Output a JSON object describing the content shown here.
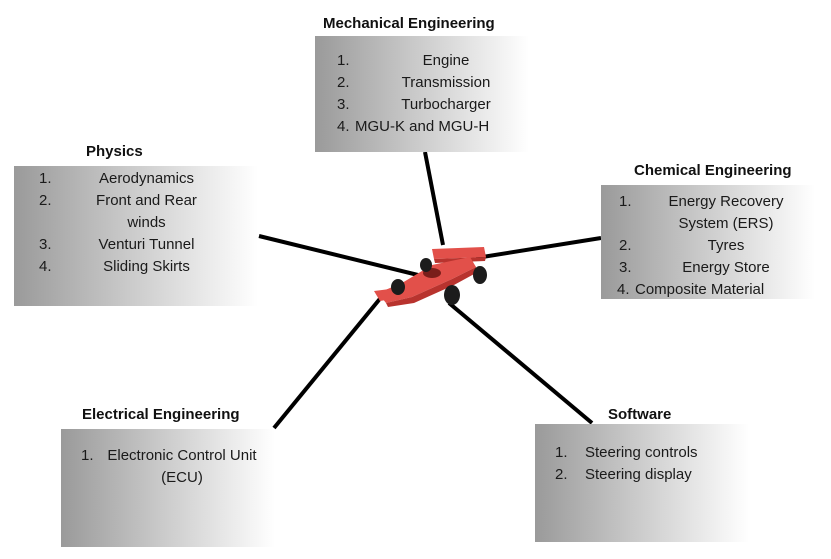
{
  "nodes": {
    "mechanical": {
      "title": "Mechanical Engineering",
      "items": [
        {
          "num": "1.",
          "text": "Engine"
        },
        {
          "num": "2.",
          "text": "Transmission"
        },
        {
          "num": "3.",
          "text": "Turbocharger"
        },
        {
          "num": "4.",
          "text": "MGU-K and MGU-H"
        }
      ]
    },
    "physics": {
      "title": "Physics",
      "items": [
        {
          "num": "1.",
          "text": "Aerodynamics"
        },
        {
          "num": "2.",
          "text": "Front and Rear winds"
        },
        {
          "num": "3.",
          "text": "Venturi Tunnel"
        },
        {
          "num": "4.",
          "text": "Sliding Skirts"
        }
      ]
    },
    "chemical": {
      "title": "Chemical Engineering",
      "items": [
        {
          "num": "1.",
          "text": "Energy Recovery System (ERS)"
        },
        {
          "num": "2.",
          "text": "Tyres"
        },
        {
          "num": "3.",
          "text": "Energy Store"
        },
        {
          "num": "4.",
          "text": "Composite Material"
        }
      ]
    },
    "electrical": {
      "title": "Electrical Engineering",
      "items": [
        {
          "num": "1.",
          "text": "Electronic Control Unit (ECU)"
        }
      ]
    },
    "software": {
      "title": "Software",
      "items": [
        {
          "num": "1.",
          "text": "Steering controls"
        },
        {
          "num": "2.",
          "text": "Steering display"
        }
      ]
    }
  },
  "colors": {
    "car_body": "#e2504a",
    "car_dark": "#b8332e",
    "tyre": "#1c1c1c",
    "connector": "#000000"
  },
  "icons": {
    "center": "formula-one-car-icon"
  }
}
